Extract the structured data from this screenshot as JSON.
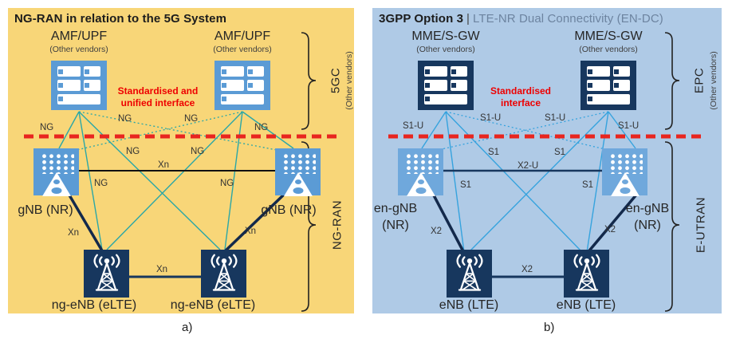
{
  "colors": {
    "panel_a_bg": "#F8D678",
    "panel_b_bg": "#AFCAE6",
    "light_blue_node": "#5B9BD5",
    "lighter_blue_node": "#6FA8DC",
    "navy_node": "#17375E",
    "teal_line": "#2BA7A7",
    "blue_line": "#36A3DE",
    "dark_link": "#13294B",
    "red_divider": "#E8251F",
    "red_text": "#EE0000"
  },
  "panel_a": {
    "title": "NG-RAN in relation to the 5G System",
    "amf_left": {
      "name": "AMF/UPF",
      "vendor": "(Other vendors)"
    },
    "amf_right": {
      "name": "AMF/UPF",
      "vendor": "(Other vendors)"
    },
    "interface_note": {
      "line1": "Standardised and",
      "line2": "unified interface"
    },
    "gnb_left": "gNB (NR)",
    "gnb_right": "gNB (NR)",
    "ngenb_left": "ng-eNB (eLTE)",
    "ngenb_right": "ng-eNB (eLTE)",
    "link_labels": {
      "ng": [
        "NG",
        "NG",
        "NG",
        "NG",
        "NG",
        "NG",
        "NG",
        "NG"
      ],
      "xn": [
        "Xn",
        "Xn",
        "Xn",
        "Xn"
      ]
    },
    "bracket_top": {
      "label": "5GC",
      "sub": "(Other vendors)"
    },
    "bracket_bottom": {
      "label": "NG-RAN"
    },
    "caption": "a)"
  },
  "panel_b": {
    "title_bold": "3GPP Option 3",
    "title_sep": "|",
    "title_rest": "LTE-NR Dual Connectivity (EN-DC)",
    "mme_left": {
      "name": "MME/S-GW",
      "vendor": "(Other vendors)"
    },
    "mme_right": {
      "name": "MME/S-GW",
      "vendor": "(Other vendors)"
    },
    "interface_note": {
      "line1": "Standardised",
      "line2": "interface"
    },
    "engnb_left": {
      "line1": "en-gNB",
      "line2": "(NR)"
    },
    "engnb_right": {
      "line1": "en-gNB",
      "line2": "(NR)"
    },
    "enb_left": "eNB (LTE)",
    "enb_right": "eNB (LTE)",
    "link_labels": {
      "s1u": [
        "S1-U",
        "S1-U",
        "S1-U",
        "S1-U"
      ],
      "s1": [
        "S1",
        "S1",
        "S1",
        "S1"
      ],
      "x2u": "X2-U",
      "x2": [
        "X2",
        "X2",
        "X2"
      ]
    },
    "bracket_top": {
      "label": "EPC",
      "sub": "(Other vendors)"
    },
    "bracket_bottom": {
      "label": "E-UTRAN"
    },
    "caption": "b)"
  }
}
